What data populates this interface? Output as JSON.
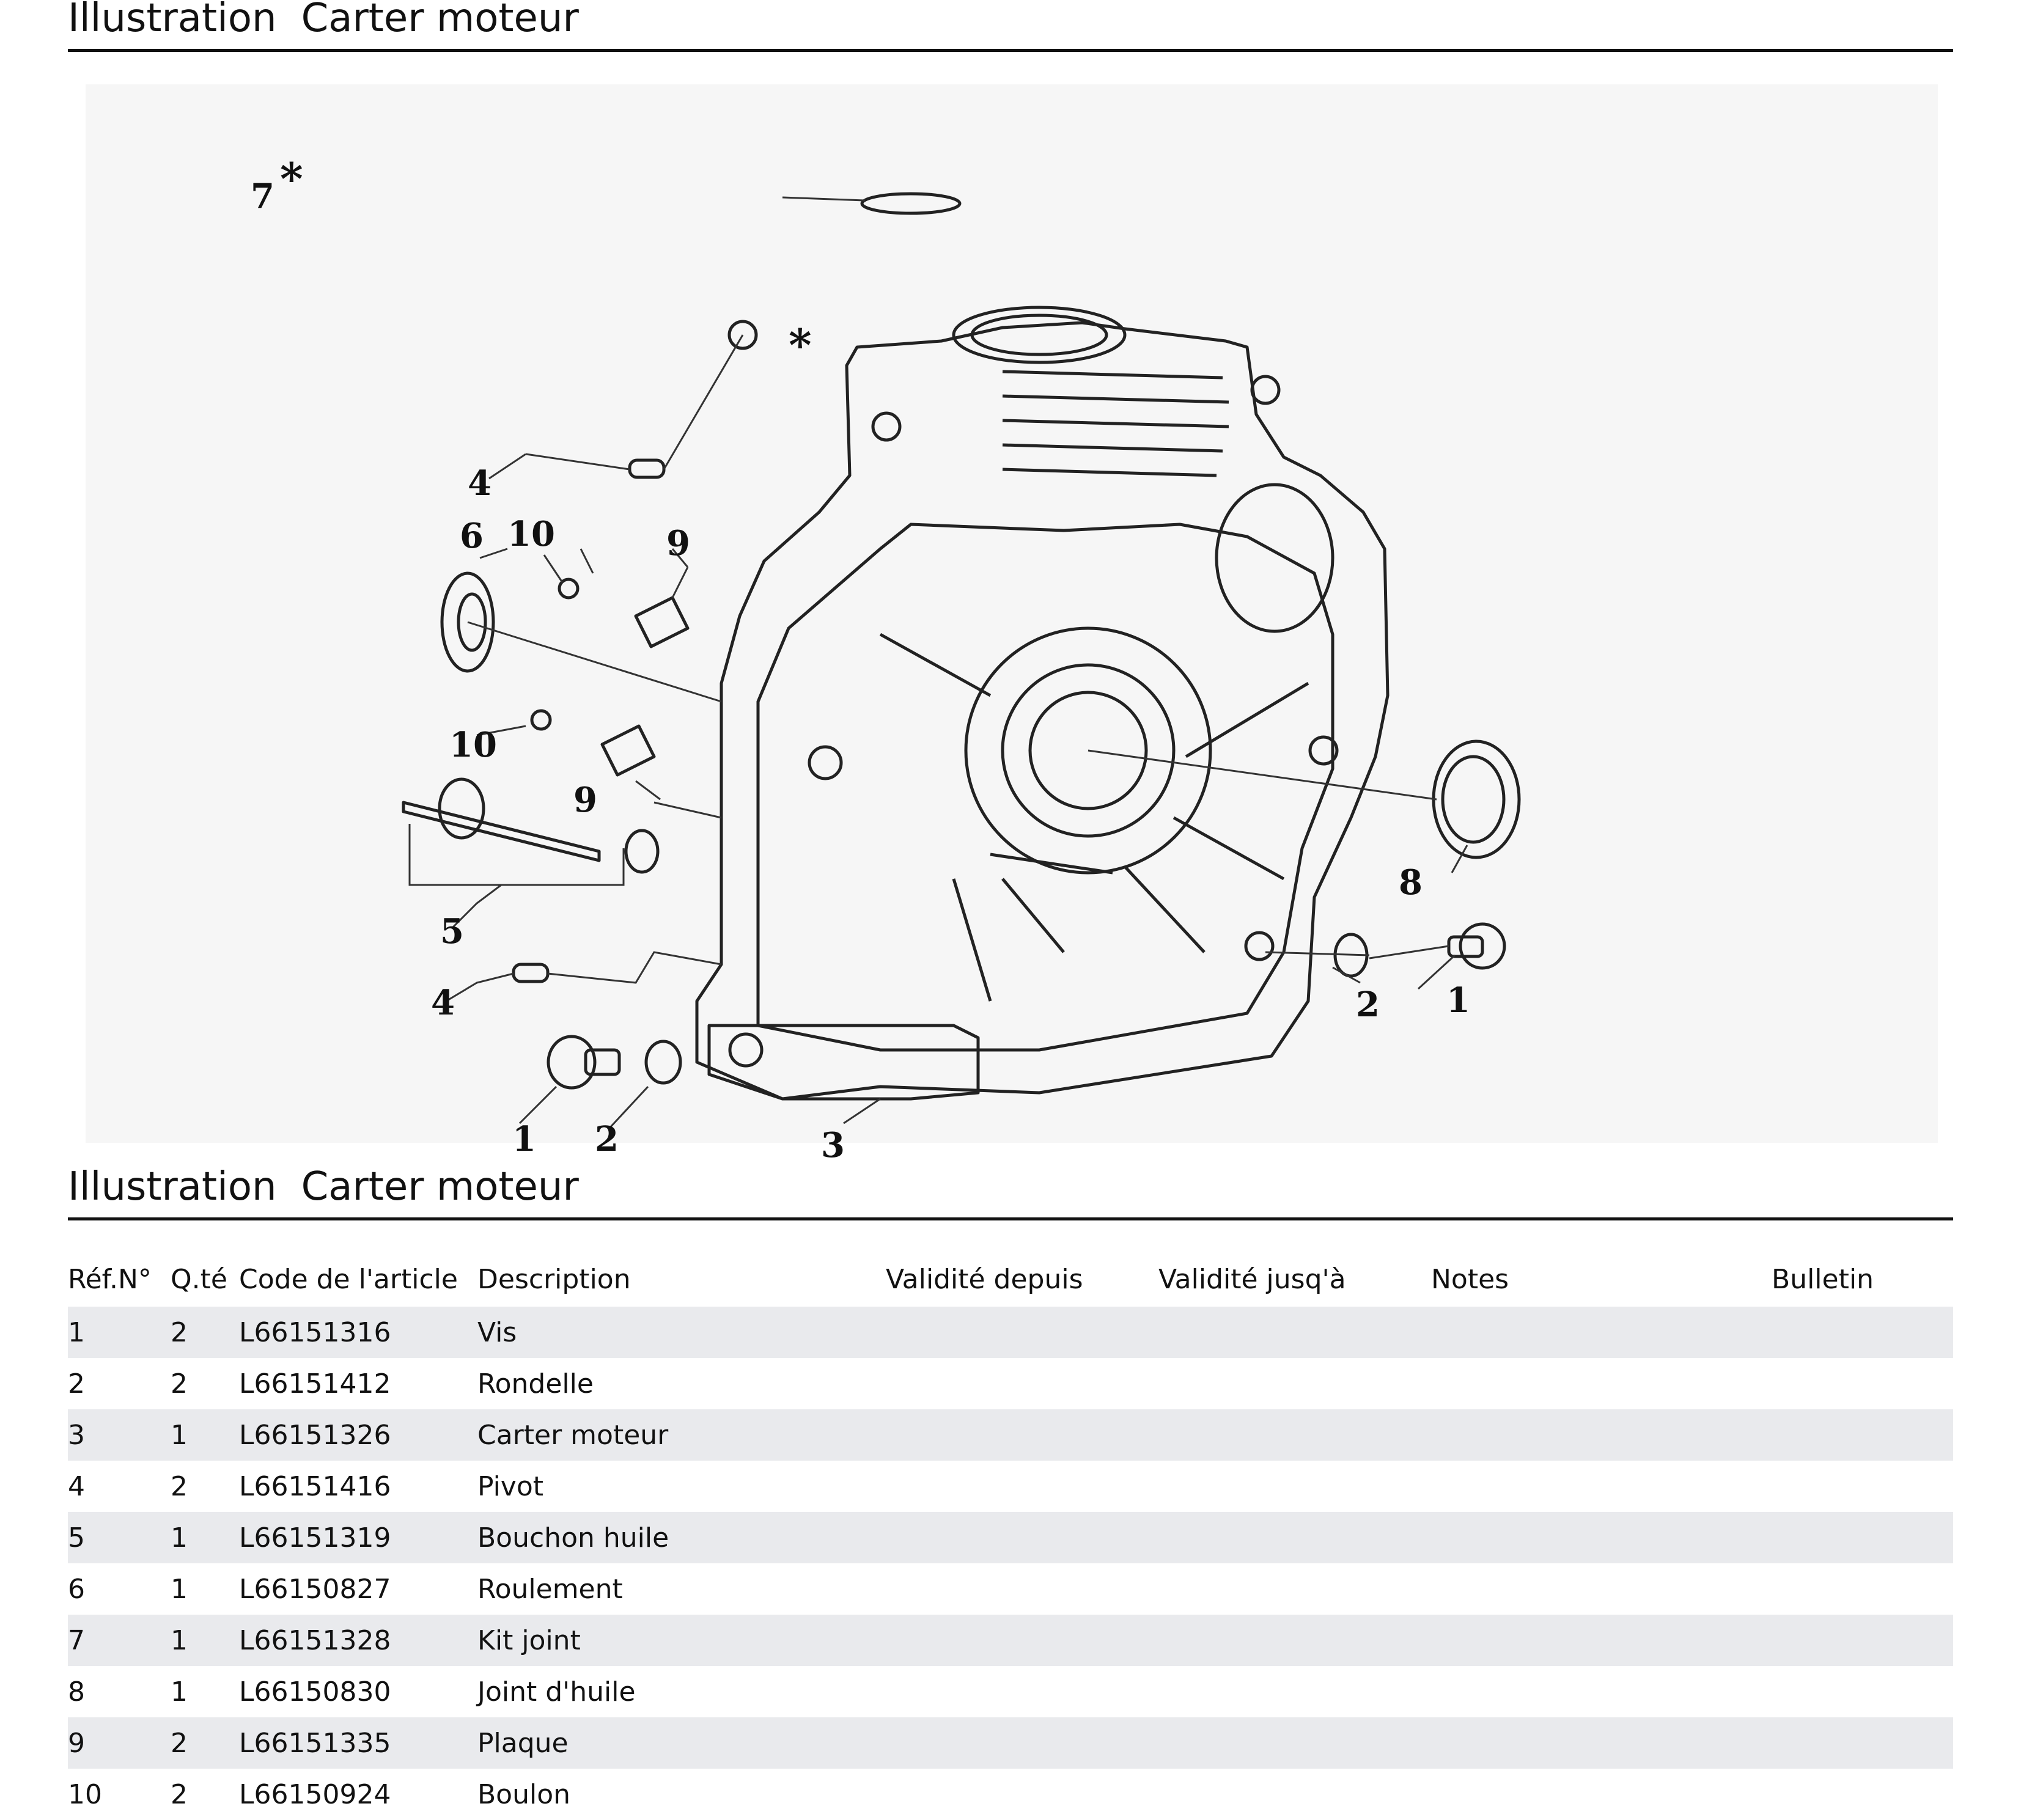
{
  "heading": {
    "label": "Illustration",
    "title": "Carter moteur"
  },
  "diagram": {
    "part_group_label": "7",
    "asterisk": "*",
    "callouts": [
      "1",
      "2",
      "3",
      "4",
      "5",
      "6",
      "8",
      "9",
      "10"
    ]
  },
  "table": {
    "headers": {
      "ref": "Réf.N°",
      "qty": "Q.té",
      "code": "Code de l'article",
      "description": "Description",
      "valid_from": "Validité depuis",
      "valid_to": "Validité jusq'à",
      "notes": "Notes",
      "bulletin": "Bulletin"
    },
    "rows": [
      {
        "ref": "1",
        "qty": "2",
        "code": "L66151316",
        "description": "Vis"
      },
      {
        "ref": "2",
        "qty": "2",
        "code": "L66151412",
        "description": "Rondelle"
      },
      {
        "ref": "3",
        "qty": "1",
        "code": "L66151326",
        "description": "Carter moteur"
      },
      {
        "ref": "4",
        "qty": "2",
        "code": "L66151416",
        "description": "Pivot"
      },
      {
        "ref": "5",
        "qty": "1",
        "code": "L66151319",
        "description": "Bouchon huile"
      },
      {
        "ref": "6",
        "qty": "1",
        "code": "L66150827",
        "description": "Roulement"
      },
      {
        "ref": "7",
        "qty": "1",
        "code": "L66151328",
        "description": "Kit joint"
      },
      {
        "ref": "8",
        "qty": "1",
        "code": "L66150830",
        "description": "Joint d'huile"
      },
      {
        "ref": "9",
        "qty": "2",
        "code": "L66151335",
        "description": "Plaque"
      },
      {
        "ref": "10",
        "qty": "2",
        "code": "L66150924",
        "description": "Boulon"
      }
    ]
  }
}
